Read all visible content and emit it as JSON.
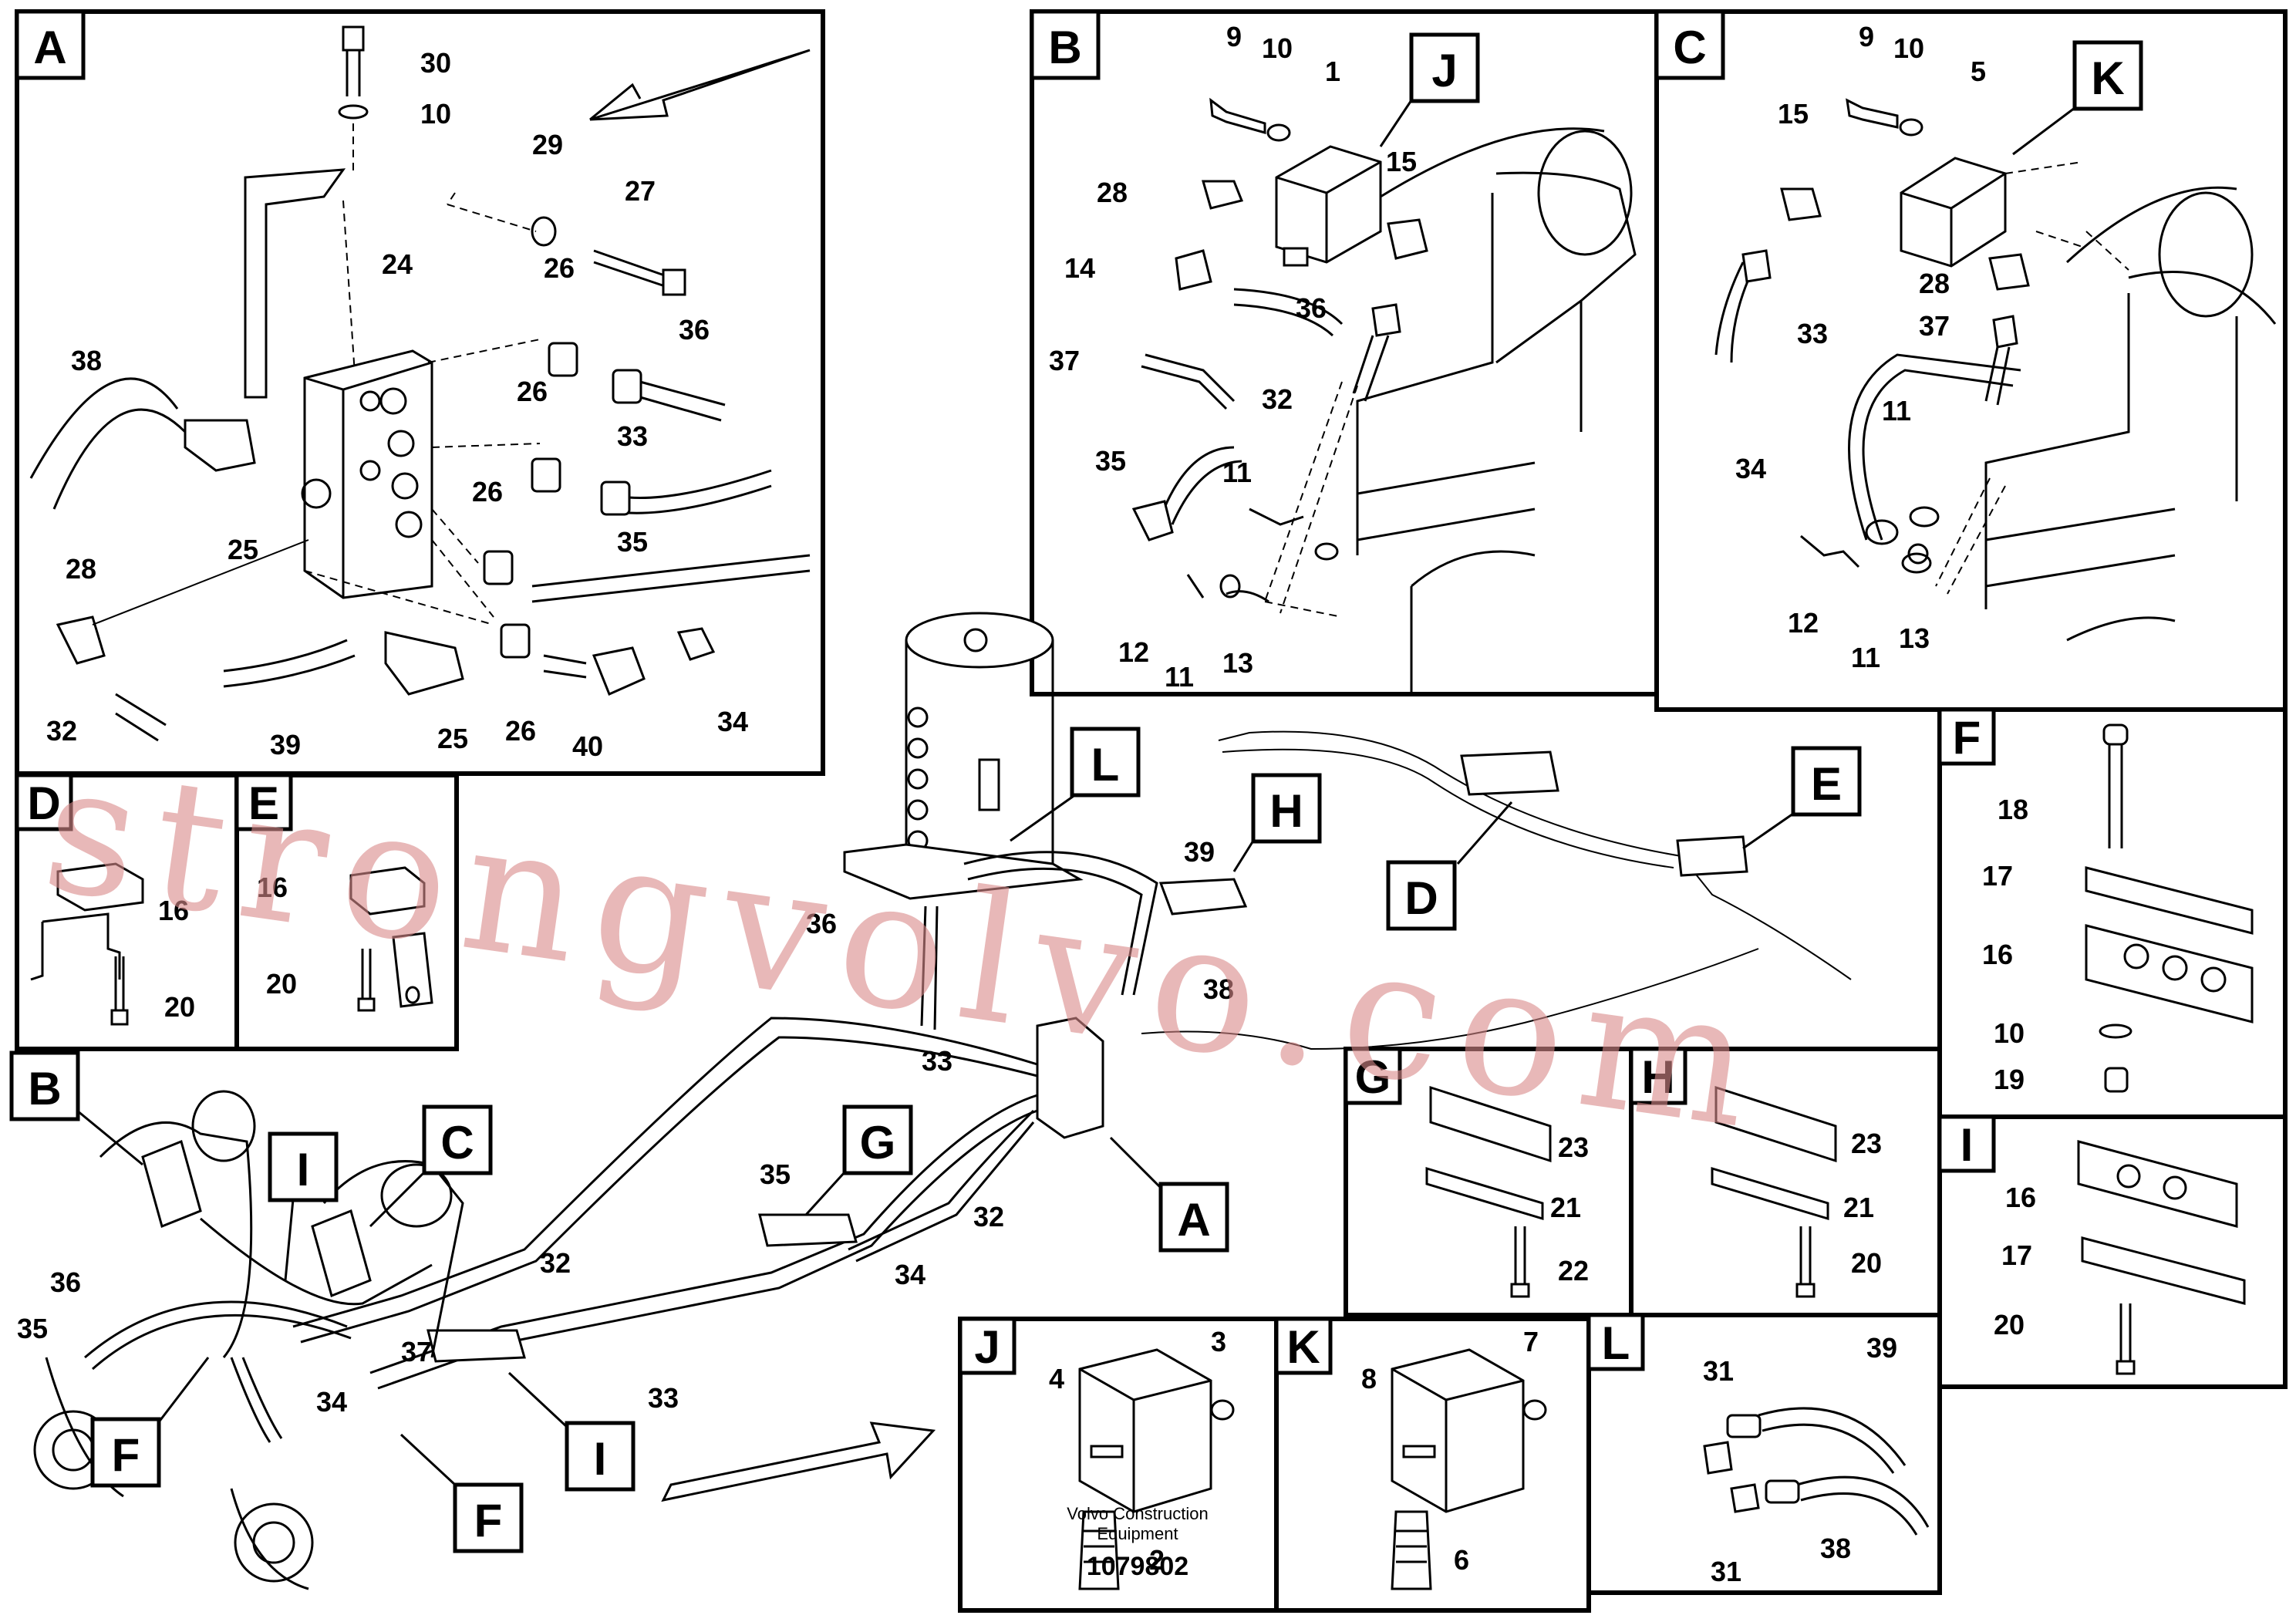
{
  "panels": {
    "A": {
      "letter": "A",
      "callouts": [
        "30",
        "10",
        "29",
        "27",
        "24",
        "26",
        "36",
        "38",
        "26",
        "33",
        "25",
        "26",
        "35",
        "28",
        "25",
        "26",
        "40",
        "34",
        "32",
        "39"
      ]
    },
    "B": {
      "letter": "B",
      "tag": "J",
      "callouts": [
        "9",
        "10",
        "1",
        "28",
        "15",
        "14",
        "36",
        "37",
        "32",
        "35",
        "11",
        "12",
        "11",
        "13"
      ]
    },
    "C": {
      "letter": "C",
      "tag": "K",
      "callouts": [
        "9",
        "10",
        "5",
        "15",
        "28",
        "37",
        "33",
        "34",
        "11",
        "12",
        "11",
        "13"
      ]
    },
    "D": {
      "letter": "D",
      "callouts": [
        "16",
        "20"
      ]
    },
    "E": {
      "letter": "E",
      "callouts": [
        "16",
        "20"
      ]
    },
    "F": {
      "letter": "F",
      "callouts": [
        "18",
        "17",
        "16",
        "10",
        "19"
      ]
    },
    "G": {
      "letter": "G",
      "callouts": [
        "23",
        "21",
        "22"
      ]
    },
    "H": {
      "letter": "H",
      "callouts": [
        "23",
        "21",
        "20"
      ]
    },
    "I": {
      "letter": "I",
      "callouts": [
        "16",
        "17",
        "20"
      ]
    },
    "J": {
      "letter": "J",
      "callouts": [
        "4",
        "3",
        "2"
      ]
    },
    "K": {
      "letter": "K",
      "callouts": [
        "8",
        "7",
        "6"
      ]
    },
    "L": {
      "letter": "L",
      "callouts": [
        "31",
        "39",
        "31",
        "38"
      ]
    }
  },
  "main_view": {
    "tags": [
      "L",
      "H",
      "E",
      "D",
      "B",
      "C",
      "I",
      "G",
      "A",
      "F",
      "F",
      "I"
    ],
    "callouts": [
      "39",
      "38",
      "36",
      "33",
      "35",
      "32",
      "34",
      "36",
      "35",
      "37",
      "34",
      "32",
      "33"
    ]
  },
  "caption": {
    "company": "Volvo Construction Equipment",
    "number": "1079802"
  },
  "watermark": "strongvolvo.com"
}
